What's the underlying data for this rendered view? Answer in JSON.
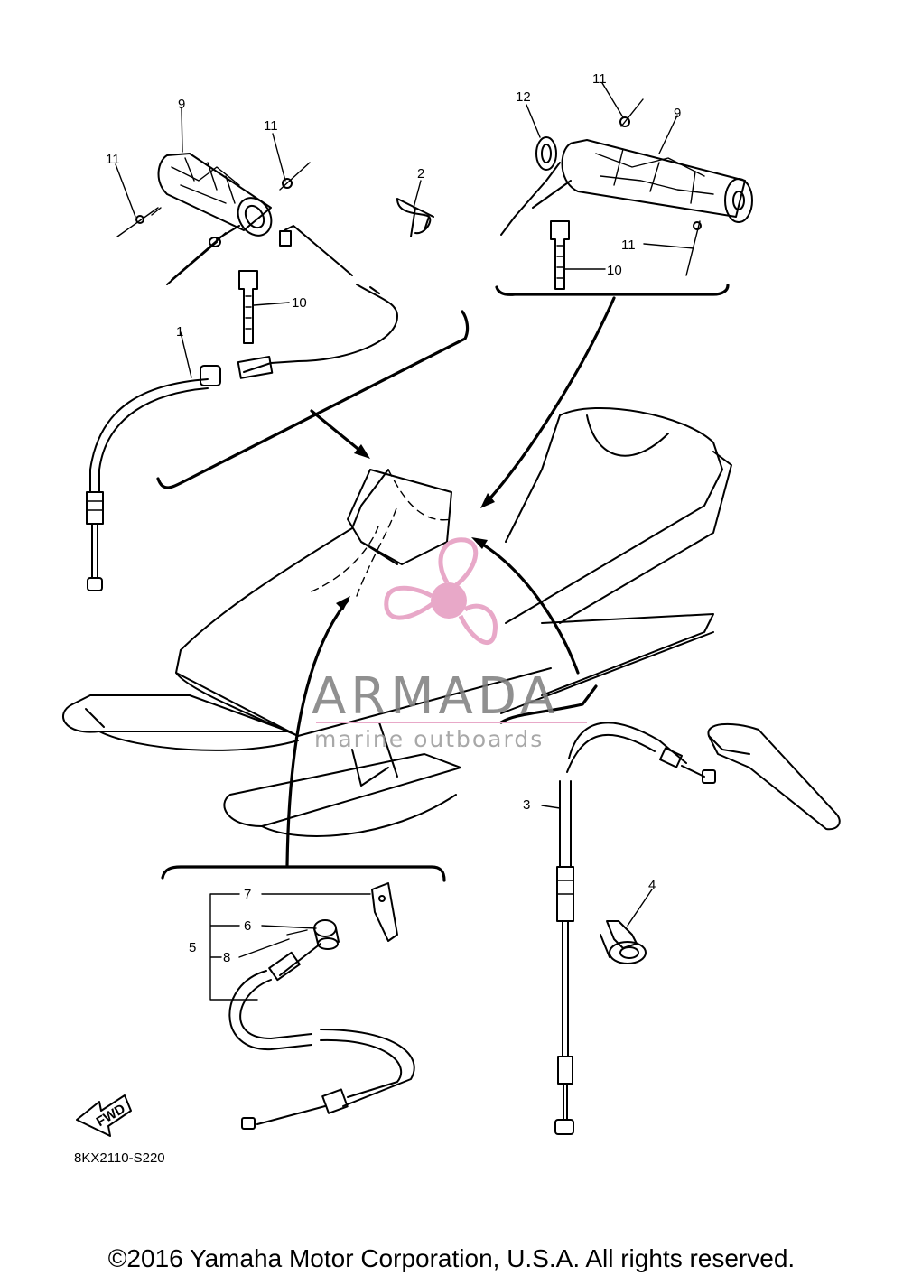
{
  "diagram": {
    "callouts": [
      "1",
      "2",
      "3",
      "4",
      "5",
      "6",
      "7",
      "8",
      "9",
      "9",
      "10",
      "10",
      "11",
      "11",
      "11",
      "11",
      "12"
    ],
    "diagram_code": "8KX2110-S220",
    "fwd_label": "FWD"
  },
  "watermark": {
    "brand": "ARMADA",
    "tagline": "marine outboards",
    "logo_color": "#e8a8c8"
  },
  "footer": {
    "copyright": "©2016 Yamaha Motor Corporation, U.S.A. All rights reserved."
  }
}
